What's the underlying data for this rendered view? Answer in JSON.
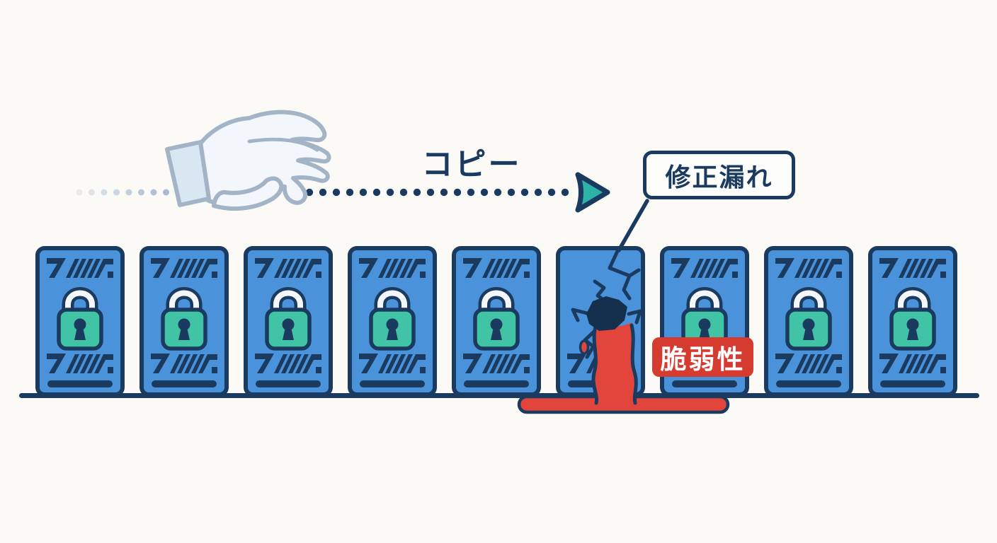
{
  "labels": {
    "copy_arrow": "コピー",
    "callout_missed_fix": "修正漏れ",
    "vulnerability_badge": "脆弱性"
  },
  "colors": {
    "background": "#fbfaf7",
    "navy": "#1b3a5f",
    "navy_deep": "#15304d",
    "card_blue": "#4a92d9",
    "lock_teal": "#41c3a5",
    "shackle_white": "#f4f7f9",
    "arrow_teal": "#2fb3a9",
    "alert_red": "#d63b30",
    "leak_red": "#e2453c",
    "badge_text": "#ffffff",
    "callout_bg": "#fdfdfc",
    "hand_outline": "#a3b4c7",
    "hand_fill": "#f3f6fa",
    "cuff_fill": "#d9e7f3",
    "trail_light": "#9fb4ca"
  },
  "figure": {
    "servers": {
      "count": 9,
      "cracked_index": 5
    },
    "trail": {
      "left_dots": 9,
      "right_dots": 21
    }
  }
}
